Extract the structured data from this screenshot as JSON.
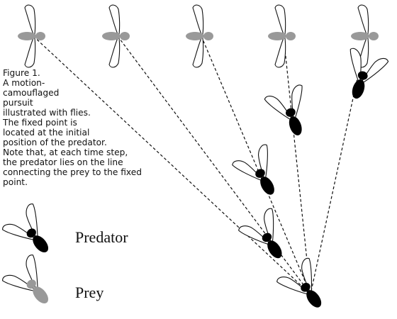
{
  "figure": {
    "caption_number": "Figure 1.",
    "caption_body": "A motion-camouflaged pursuit illustrated with flies. The fixed point is located at the initial position of the predator. Note that, at each time step, the predator lies on the line connecting the prey to the fixed point."
  },
  "legend": {
    "predator_label": "Predator",
    "prey_label": "Prey"
  },
  "colors": {
    "predator_body": "#000000",
    "prey_body": "#999999",
    "wing_stroke": "#111111",
    "sight_line": "#111111"
  },
  "icons": {
    "predator": "predator-fly-icon",
    "prey": "prey-fly-icon"
  }
}
